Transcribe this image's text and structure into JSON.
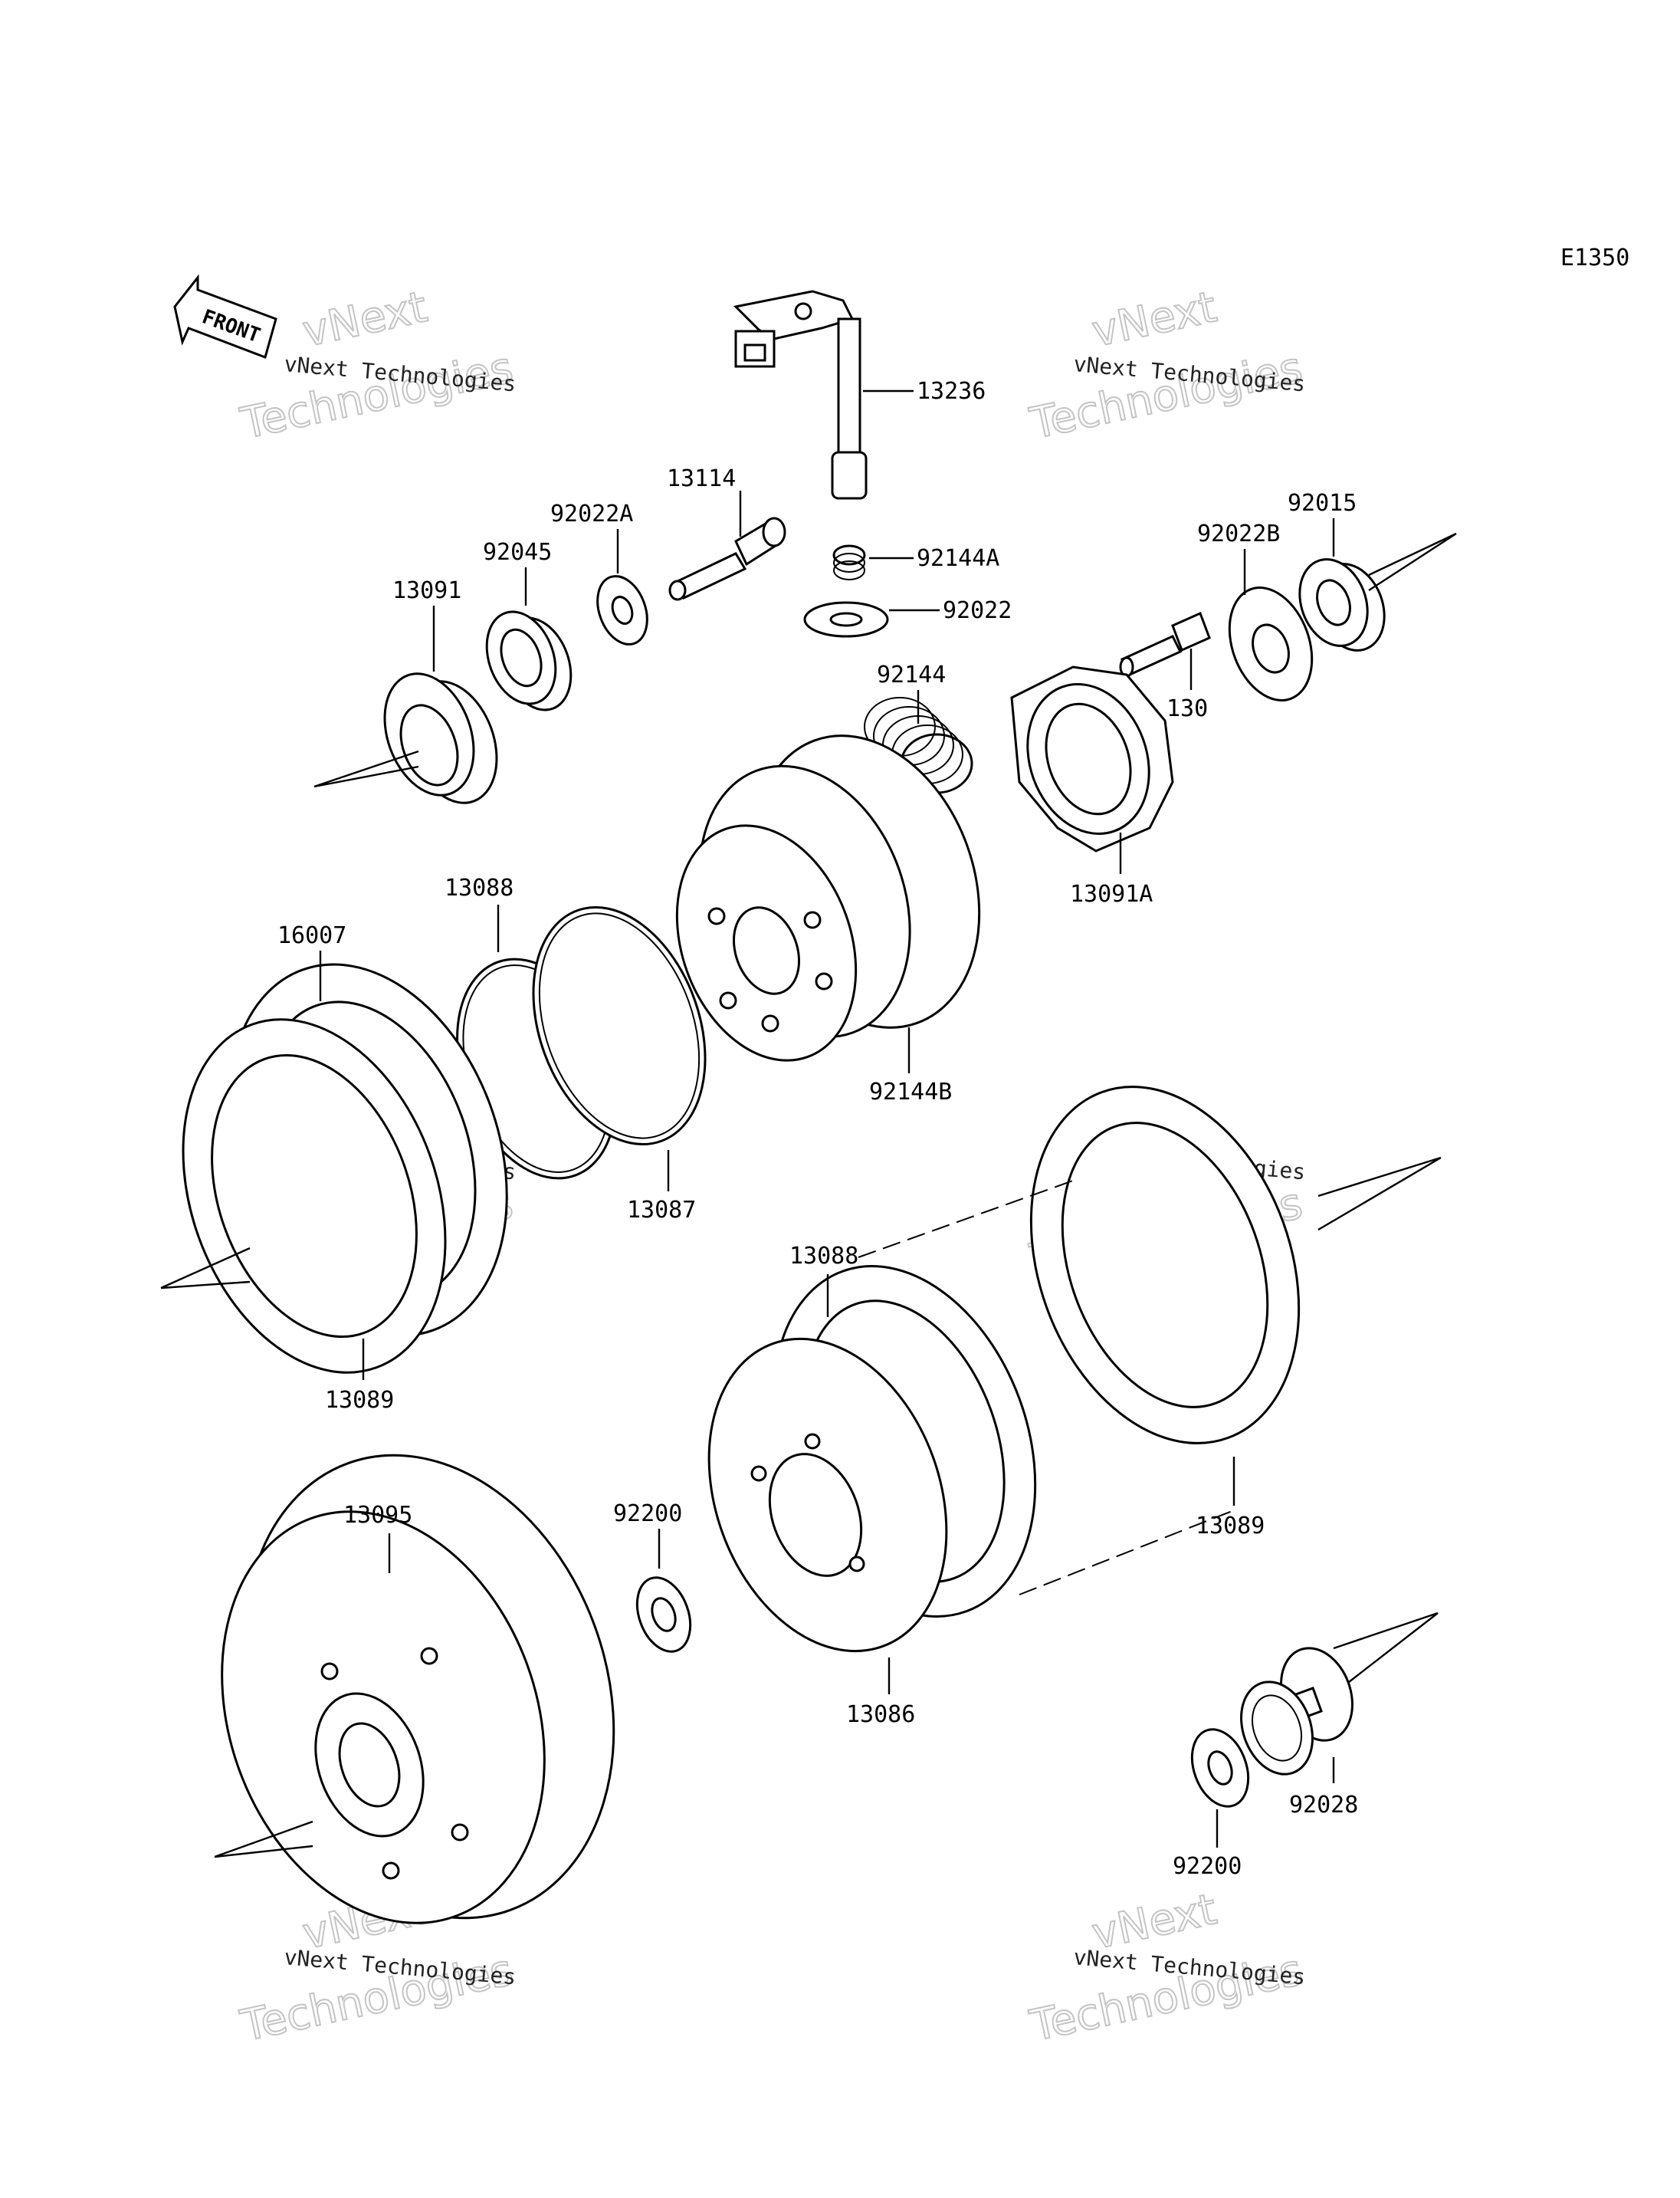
{
  "diagram": {
    "code": "E1350",
    "front_label": "FRONT",
    "labels": [
      {
        "id": "13236",
        "text": "13236"
      },
      {
        "id": "13114",
        "text": "13114"
      },
      {
        "id": "92144A",
        "text": "92144A"
      },
      {
        "id": "92022",
        "text": "92022"
      },
      {
        "id": "92022A",
        "text": "92022A"
      },
      {
        "id": "92045",
        "text": "92045"
      },
      {
        "id": "13091",
        "text": "13091"
      },
      {
        "id": "92022B",
        "text": "92022B"
      },
      {
        "id": "92015",
        "text": "92015"
      },
      {
        "id": "92144",
        "text": "92144"
      },
      {
        "id": "130",
        "text": "130"
      },
      {
        "id": "13091A",
        "text": "13091A"
      },
      {
        "id": "92144B",
        "text": "92144B"
      },
      {
        "id": "13088a",
        "text": "13088"
      },
      {
        "id": "13087",
        "text": "13087"
      },
      {
        "id": "16007",
        "text": "16007"
      },
      {
        "id": "13089a",
        "text": "13089"
      },
      {
        "id": "13088b",
        "text": "13088"
      },
      {
        "id": "13089b",
        "text": "13089"
      },
      {
        "id": "13095",
        "text": "13095"
      },
      {
        "id": "92200a",
        "text": "92200"
      },
      {
        "id": "13086",
        "text": "13086"
      },
      {
        "id": "92028",
        "text": "92028"
      },
      {
        "id": "92200b",
        "text": "92200"
      }
    ]
  },
  "watermark": {
    "line1": "vNext Technologies",
    "big_top": "vNext",
    "big_bottom": "Technologies"
  }
}
